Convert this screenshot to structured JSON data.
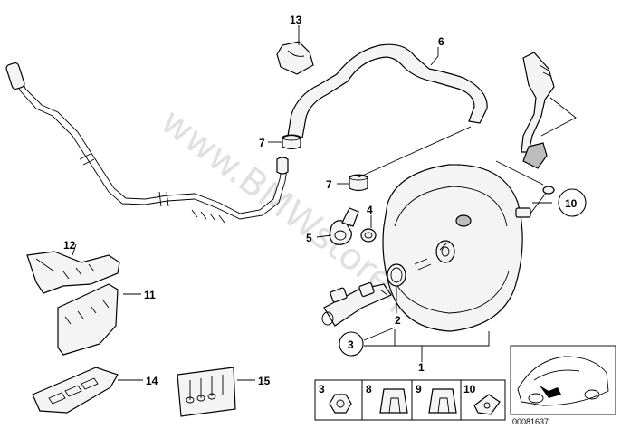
{
  "watermark": "www.BMWstore.pl",
  "doc_number": "00081637",
  "callouts": {
    "c1": "1",
    "c2": "2",
    "c3": "3",
    "c4": "4",
    "c5": "5",
    "c6": "6",
    "c7a": "7",
    "c7b": "7",
    "c10": "10",
    "c11": "11",
    "c12": "12",
    "c13": "13",
    "c14": "14",
    "c15": "15"
  },
  "small_parts_table": [
    "3",
    "8",
    "9",
    "10"
  ]
}
